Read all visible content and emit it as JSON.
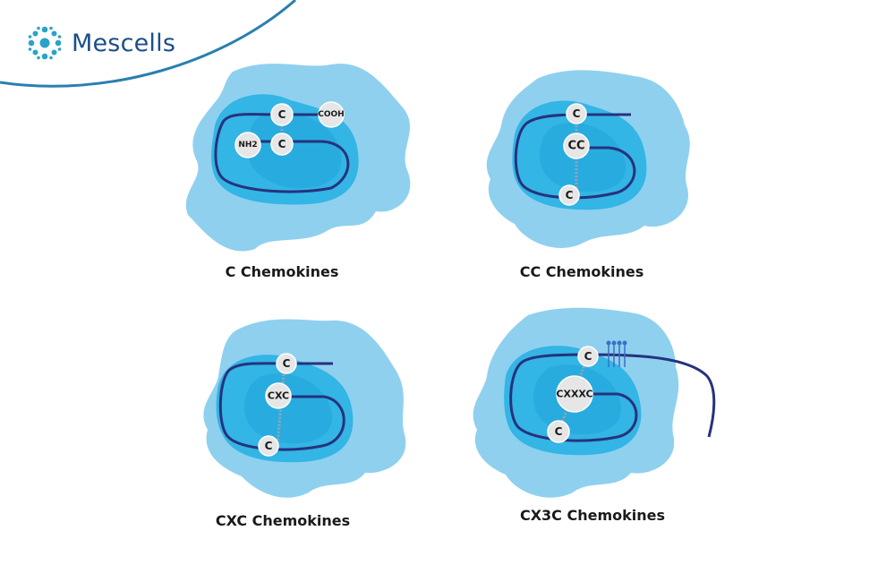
{
  "brand": {
    "name": "Mescells",
    "color": "#1b4f8a",
    "accent": "#2aa3c9"
  },
  "colors": {
    "cell_outer": "#8fd0ef",
    "cell_inner": "#33b5e5",
    "chain": "#27327d",
    "node_fill": "#e6e6e6",
    "node_stroke": "#ffffff"
  },
  "panels": [
    {
      "caption": "C Chemokines",
      "nodes": [
        "C",
        "C"
      ],
      "terminals": [
        "COOH",
        "NH2"
      ]
    },
    {
      "caption": "CC Chemokines",
      "nodes": [
        "C",
        "CC",
        "C"
      ]
    },
    {
      "caption": "CXC Chemokines",
      "nodes": [
        "C",
        "CXC",
        "C"
      ]
    },
    {
      "caption": "CX3C Chemokines",
      "nodes": [
        "C",
        "CXXXC",
        "C"
      ]
    }
  ]
}
